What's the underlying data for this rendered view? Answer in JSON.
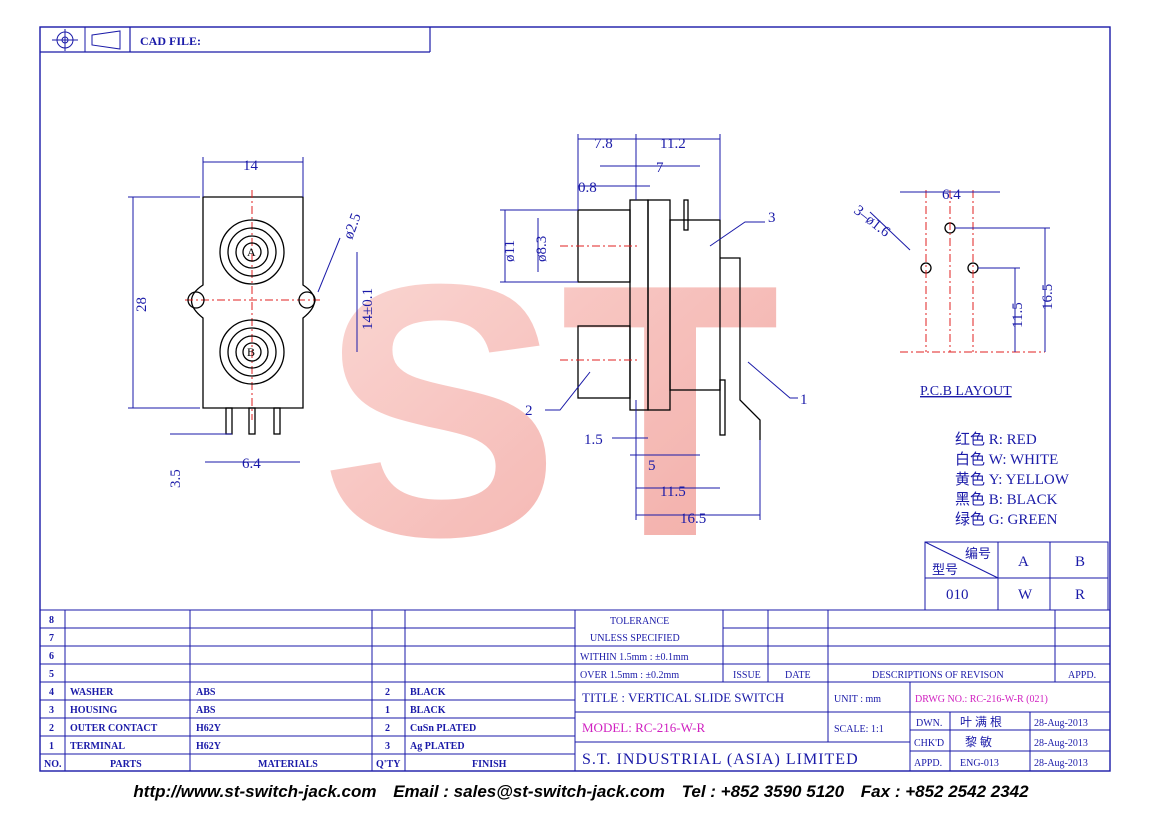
{
  "header": {
    "cad_label": "CAD FILE:"
  },
  "dims": {
    "front": {
      "width": "14",
      "height": "28",
      "hole": "ø2.5",
      "pitch": "14±0.1",
      "pin_len": "3.5",
      "pin_pitch": "6.4"
    },
    "side": {
      "d1": "7.8",
      "d2": "11.2",
      "d3": "0.8",
      "d4": "7",
      "dia_outer": "ø11",
      "dia_inner": "ø8.3",
      "d5": "1.5",
      "d6": "5",
      "d7": "11.5",
      "d8": "16.5",
      "callout1": "1",
      "callout2": "2",
      "callout3": "3"
    },
    "pcb": {
      "d1": "6.4",
      "holes": "3–ø1.6",
      "d2": "11.5",
      "d3": "16.5",
      "title": "P.C.B LAYOUT"
    }
  },
  "jack_labels": {
    "a": "A",
    "b": "B"
  },
  "watermark": "ST",
  "colors_legend": [
    "红色 R:  RED",
    "白色 W:  WHITE",
    "黄色 Y:  YELLOW",
    "黑色 B:  BLACK",
    "绿色 G:  GREEN"
  ],
  "code_table": {
    "corner_top": "编号",
    "corner_bottom": "型号",
    "col_a": "A",
    "col_b": "B",
    "row_code": "010",
    "row_a": "W",
    "row_b": "R"
  },
  "bom": {
    "rows": [
      {
        "no": "8",
        "part": "",
        "material": "",
        "qty": "",
        "finish": ""
      },
      {
        "no": "7",
        "part": "",
        "material": "",
        "qty": "",
        "finish": ""
      },
      {
        "no": "6",
        "part": "",
        "material": "",
        "qty": "",
        "finish": ""
      },
      {
        "no": "5",
        "part": "",
        "material": "",
        "qty": "",
        "finish": ""
      },
      {
        "no": "4",
        "part": "WASHER",
        "material": "ABS",
        "qty": "2",
        "finish": "BLACK"
      },
      {
        "no": "3",
        "part": "HOUSING",
        "material": "ABS",
        "qty": "1",
        "finish": "BLACK"
      },
      {
        "no": "2",
        "part": "OUTER CONTACT",
        "material": "H62Y",
        "qty": "2",
        "finish": "CuSn PLATED"
      },
      {
        "no": "1",
        "part": "TERMINAL",
        "material": "H62Y",
        "qty": "3",
        "finish": "Ag PLATED"
      }
    ],
    "headers": {
      "no": "NO.",
      "part": "PARTS",
      "material": "MATERIALS",
      "qty": "Q'TY",
      "finish": "FINISH"
    }
  },
  "tolerance": {
    "line1": "TOLERANCE",
    "line2": "UNLESS SPECIFIED",
    "within": "WITHIN  1.5mm : ±0.1mm",
    "over": "OVER   1.5mm : ±0.2mm"
  },
  "revision": {
    "issue": "ISSUE",
    "date": "DATE",
    "desc": "DESCRIPTIONS OF REVISON",
    "appd": "APPD."
  },
  "title_block": {
    "title": "TITLE : VERTICAL SLIDE SWITCH",
    "unit": "UNIT :  mm",
    "drwg_no": "DRWG NO.: RC-216-W-R (021)",
    "model": "MODEL: RC-216-W-R",
    "scale": "SCALE:  1:1",
    "company": "S.T. INDUSTRIAL (ASIA) LIMITED",
    "dwn_label": "DWN.",
    "dwn_name": "叶 满 根",
    "dwn_date": "28-Aug-2013",
    "chkd_label": "CHK'D",
    "chkd_name": "黎 敏",
    "chkd_date": "28-Aug-2013",
    "appd_label": "APPD.",
    "appd_name": "ENG-013",
    "appd_date": "28-Aug-2013"
  },
  "footer": {
    "web": "http://www.st-switch-jack.com",
    "email": "Email : sales@st-switch-jack.com",
    "tel": "Tel : +852 3590 5120",
    "fax": "Fax : +852 2542 2342"
  },
  "colors": {
    "ink": "#1a1aa8",
    "center_line": "#e02020",
    "watermark": "#f4b4b0",
    "model": "#d020c0"
  }
}
